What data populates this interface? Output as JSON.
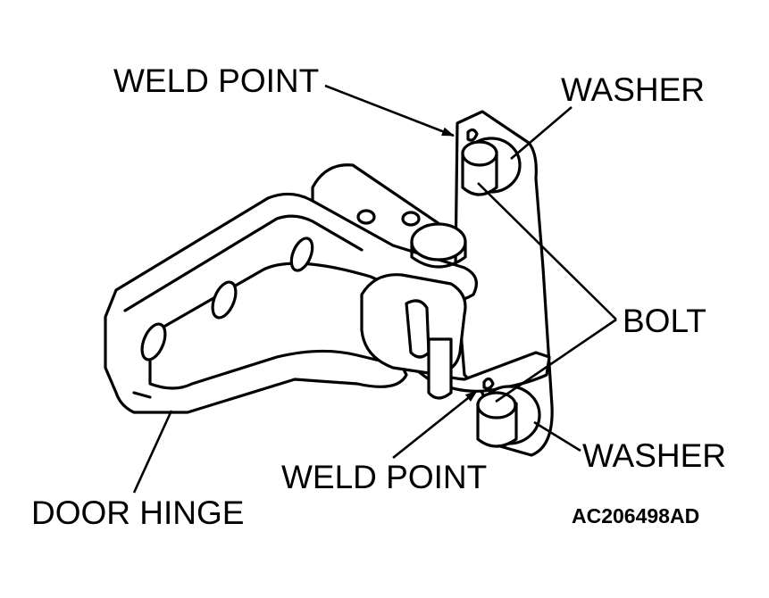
{
  "labels": {
    "weld_point_top": "WELD POINT",
    "washer_top": "WASHER",
    "bolt": "BOLT",
    "washer_bottom": "WASHER",
    "weld_point_bottom": "WELD POINT",
    "door_hinge": "DOOR HINGE"
  },
  "figure_code": "AC206498AD",
  "colors": {
    "ink": "#000000",
    "paper": "#ffffff"
  }
}
